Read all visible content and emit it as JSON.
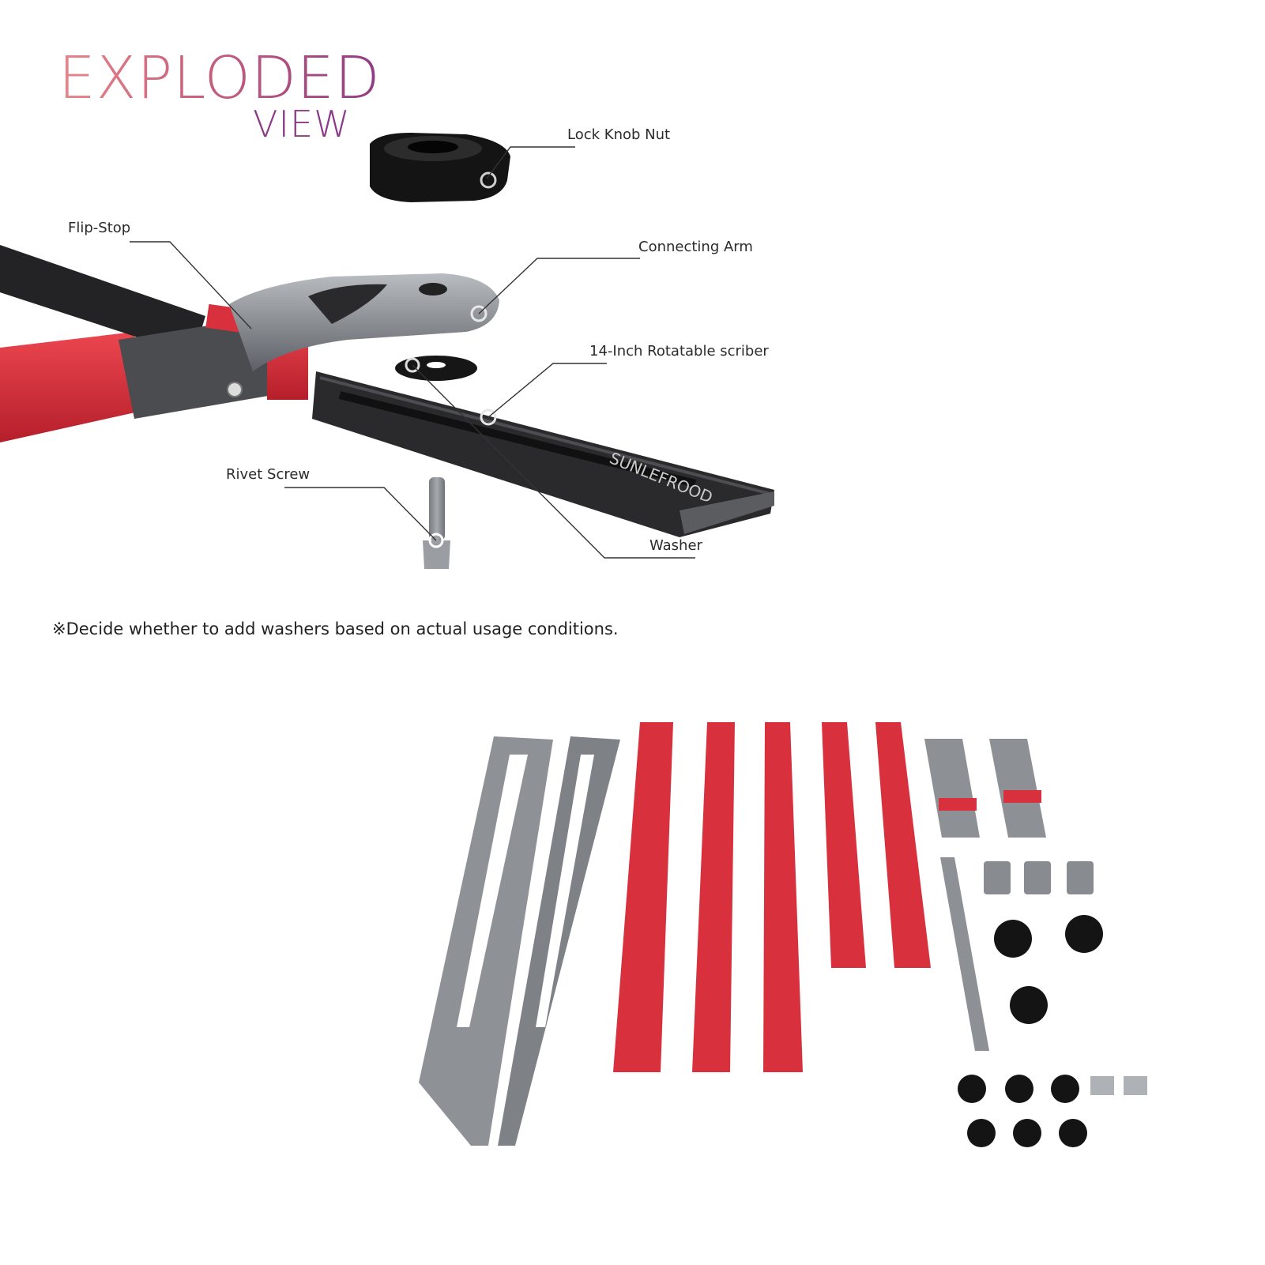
{
  "title": {
    "line1": "EXPLODED",
    "line2": "VIEW"
  },
  "callouts": {
    "lock_knob_nut": "Lock Knob Nut",
    "flip_stop": "Flip-Stop",
    "connecting_arm": "Connecting Arm",
    "scriber": "14-Inch Rotatable scriber",
    "rivet_screw": "Rivet Screw",
    "washer": "Washer"
  },
  "note": "※Decide whether to add washers based on actual usage conditions.",
  "colors": {
    "red": "#d8303c",
    "dark": "#2a2a2c",
    "gray": "#8a8d92",
    "title_gradient_start": "#e7868a",
    "title_gradient_end": "#8e3c84"
  }
}
